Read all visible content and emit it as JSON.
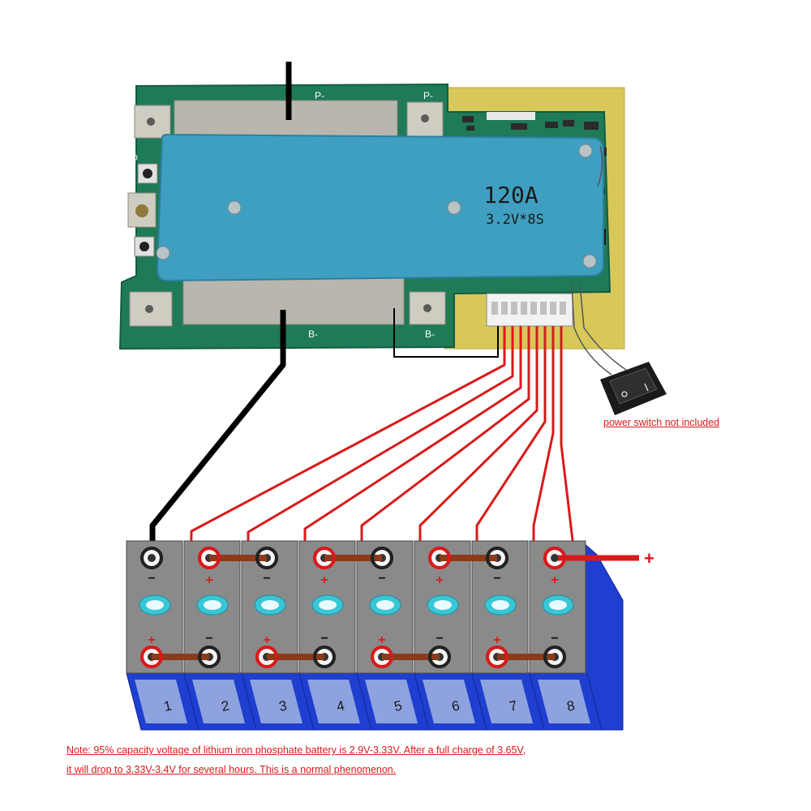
{
  "board": {
    "rating": "120A",
    "config": "3.2V*8S",
    "label_p_top": "P-",
    "label_p_right": "P-",
    "label_b_bottom": "B-",
    "label_b_right": "B-",
    "label_d": "D"
  },
  "switch": {
    "note": "power switch not included"
  },
  "cells": {
    "numbers": [
      "1",
      "2",
      "3",
      "4",
      "5",
      "6",
      "7",
      "8"
    ],
    "plus_sign": "+",
    "minus_sign": "−"
  },
  "positive_output": {
    "sign": "+"
  },
  "colors": {
    "pcb_green": "#1f7a57",
    "heatsink_blue": "#3f9fc0",
    "cell_gray": "#8a8a8a",
    "cell_blue": "#1e3fcf",
    "balance_wire_red": "#d91a1a",
    "busbar_brown": "#8b3a1a",
    "note_red": "#d91a1a"
  },
  "note": {
    "line1": "Note: 95% capacity voltage of lithium iron phosphate battery is 2.9V-3.33V. After a full charge of 3.65V,",
    "line2": " it will drop to 3.33V-3.4V for several hours. This is a normal phenomenon."
  }
}
